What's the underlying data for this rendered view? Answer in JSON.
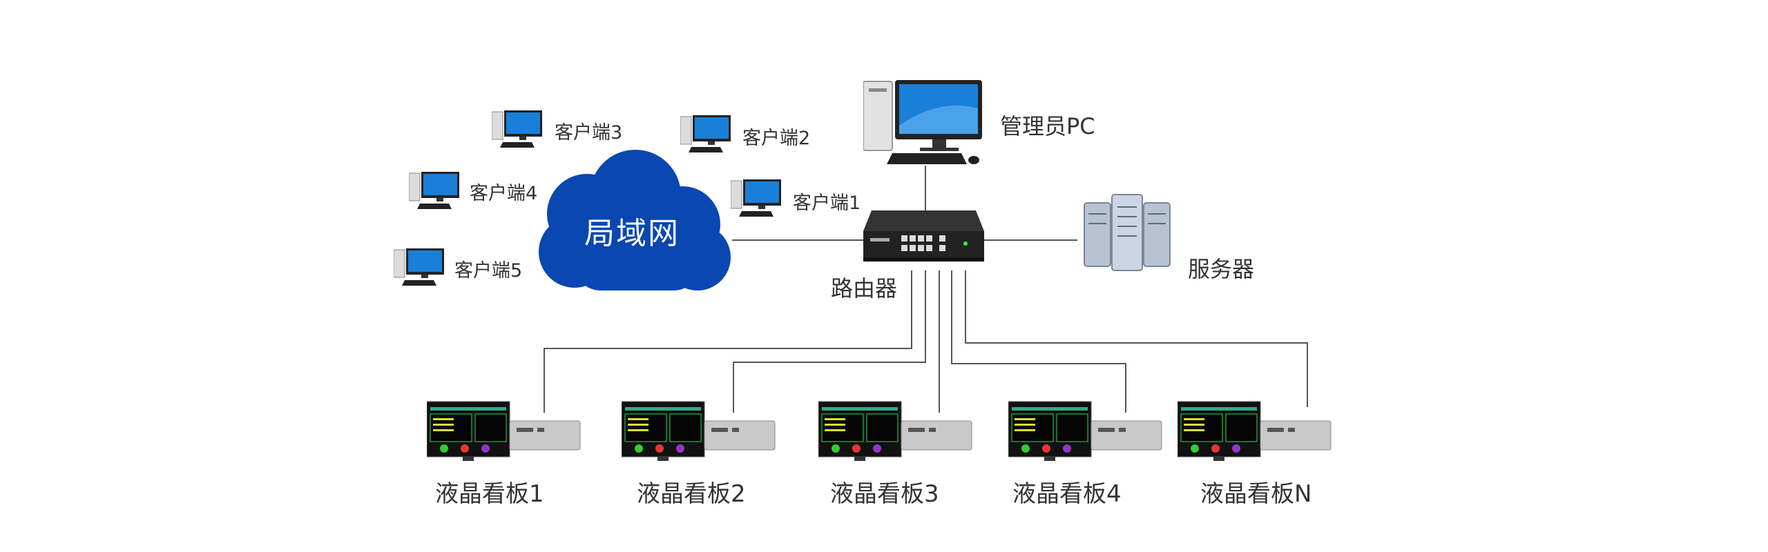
{
  "network": {
    "cloud_label": "局域网"
  },
  "admin_pc": {
    "label": "管理员PC"
  },
  "router": {
    "label": "路由器"
  },
  "server": {
    "label": "服务器"
  },
  "clients": [
    {
      "label": "客户端1"
    },
    {
      "label": "客户端2"
    },
    {
      "label": "客户端3"
    },
    {
      "label": "客户端4"
    },
    {
      "label": "客户端5"
    }
  ],
  "lcd_boards": [
    {
      "label": "液晶看板1"
    },
    {
      "label": "液晶看板2"
    },
    {
      "label": "液晶看板3"
    },
    {
      "label": "液晶看板4"
    },
    {
      "label": "液晶看板N"
    }
  ],
  "colors": {
    "cloud": "#0a47b0",
    "line": "#555555",
    "text": "#333333",
    "monitor_screen": "#1a7fd8"
  }
}
